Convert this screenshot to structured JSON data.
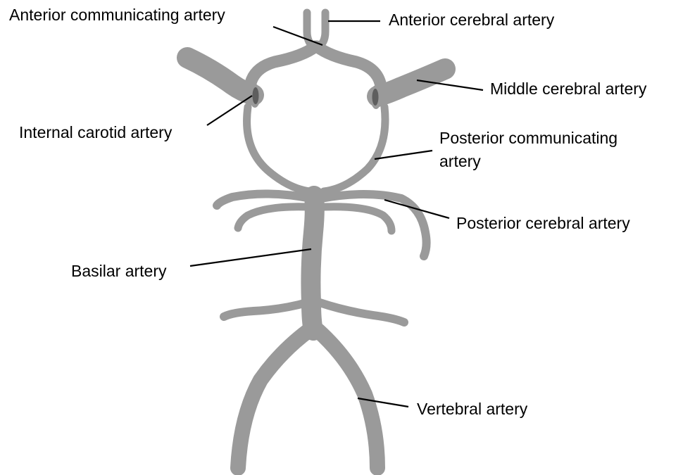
{
  "colors": {
    "vessel": "#9a9a9a",
    "lumen": "#5e5e5e",
    "leader": "#000000",
    "background": "#ffffff"
  },
  "labels": {
    "anterior_communicating": "Anterior communicating artery",
    "anterior_cerebral": "Anterior cerebral artery",
    "middle_cerebral": "Middle cerebral artery",
    "internal_carotid": "Internal carotid artery",
    "posterior_communicating_line1": "Posterior communicating",
    "posterior_communicating_line2": "artery",
    "posterior_cerebral": "Posterior cerebral artery",
    "basilar": "Basilar artery",
    "vertebral": "Vertebral artery"
  }
}
